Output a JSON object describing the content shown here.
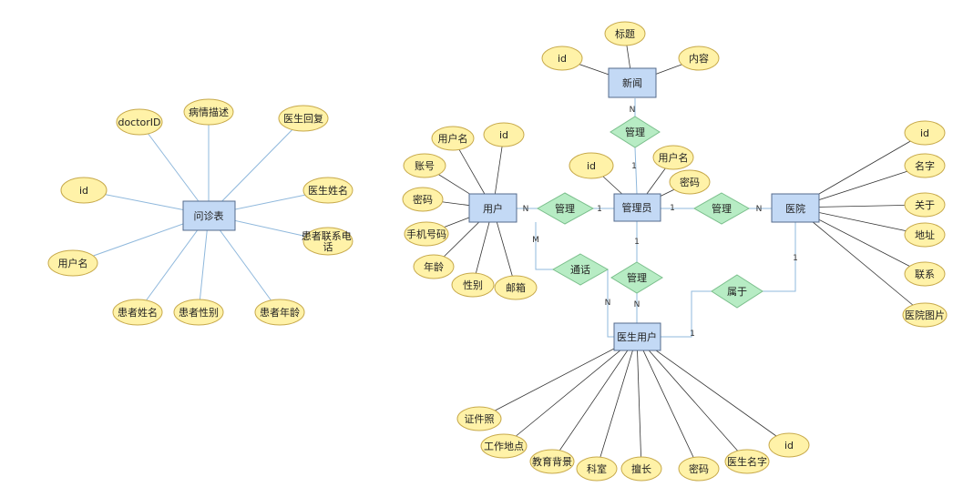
{
  "wenzhen": {
    "entity": "问诊表",
    "attrs": [
      "doctorID",
      "病情描述",
      "医生回复",
      "id",
      "医生姓名",
      "患者联系电话",
      "用户名",
      "患者姓名",
      "患者性别",
      "患者年龄"
    ]
  },
  "news": {
    "entity": "新闻",
    "attrs": [
      "id",
      "标题",
      "内容"
    ]
  },
  "user": {
    "entity": "用户",
    "attrs": [
      "用户名",
      "id",
      "账号",
      "密码",
      "手机号码",
      "年龄",
      "性别",
      "邮箱"
    ]
  },
  "admin": {
    "entity": "管理员",
    "attrs": [
      "id",
      "用户名",
      "密码"
    ]
  },
  "hospital": {
    "entity": "医院",
    "attrs": [
      "id",
      "名字",
      "关于",
      "地址",
      "联系",
      "医院图片"
    ]
  },
  "doctor": {
    "entity": "医生用户",
    "attrs": [
      "证件照",
      "工作地点",
      "教育背景",
      "科室",
      "擅长",
      "密码",
      "医生名字",
      "id"
    ]
  },
  "relations": {
    "news_admin": "管理",
    "user_admin": "管理",
    "admin_hospital": "管理",
    "user_doctor": "通话",
    "admin_doctor": "管理",
    "doctor_hospital": "属于"
  },
  "cardinalities": {
    "news_rel": "N",
    "rel_admin_top": "1",
    "user_rel": "N",
    "rel_admin_left": "1",
    "admin_rel_right": "1",
    "rel_hospital": "N",
    "user_call": "M",
    "call_doctor": "N",
    "admin_rel_bottom": "1",
    "rel_doctor_top": "N",
    "doctor_belong": "1",
    "belong_hospital": "1"
  }
}
